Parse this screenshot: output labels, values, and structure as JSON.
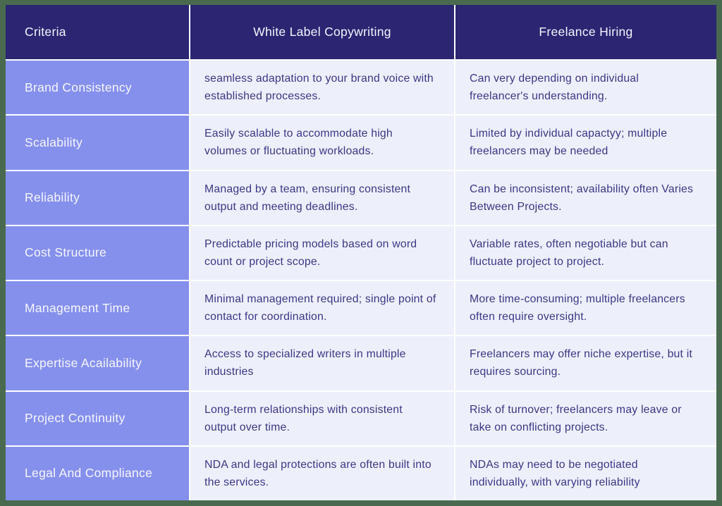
{
  "table": {
    "columns": [
      "Criteria",
      "White Label Copywriting",
      "Freelance Hiring"
    ],
    "rows": [
      {
        "criteria": "Brand Consistency",
        "white_label": "seamless adaptation to your brand voice with established processes.",
        "freelance": "Can very depending on individual freelancer's understanding."
      },
      {
        "criteria": "Scalability",
        "white_label": "Easily scalable to accommodate high volumes or fluctuating workloads.",
        "freelance": "Limited by individual capactyy; multiple freelancers may be needed"
      },
      {
        "criteria": "Reliability",
        "white_label": "Managed by a team, ensuring consistent output and meeting deadlines.",
        "freelance": "Can be inconsistent; availability often Varies Between Projects."
      },
      {
        "criteria": "Cost Structure",
        "white_label": "Predictable pricing models based on word count or project scope.",
        "freelance": "Variable rates, often negotiable but can fluctuate project to project."
      },
      {
        "criteria": "Management Time",
        "white_label": "Minimal management required; single point of contact for coordination.",
        "freelance": "More time-consuming; multiple freelancers often require oversight."
      },
      {
        "criteria": "Expertise Acailability",
        "white_label": "Access to specialized writers in multiple industries",
        "freelance": "Freelancers may offer niche expertise, but it requires sourcing."
      },
      {
        "criteria": "Project Continuity",
        "white_label": "Long-term relationships with consistent output over time.",
        "freelance": "Risk of turnover; freelancers may leave or take on conflicting projects."
      },
      {
        "criteria": "Legal And Compliance",
        "white_label": "NDA and legal protections are often built into the services.",
        "freelance": "NDAs may need to be negotiated individually, with varying reliability"
      }
    ]
  },
  "colors": {
    "outer_border_green": "#4a6a50",
    "header_navy": "#2b2572",
    "criteria_purple": "#8590ec",
    "cell_lavender": "#edf0fb",
    "cell_text_indigo": "#3c3683",
    "divider_white": "#ffffff"
  }
}
